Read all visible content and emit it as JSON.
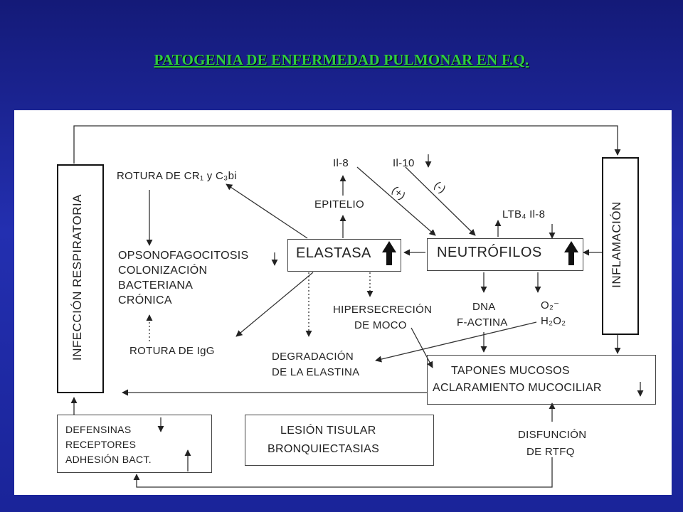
{
  "title": "PATOGENIA DE ENFERMEDAD PULMONAR EN F.Q.",
  "nodes": {
    "infeccion": "INFECCIÓN RESPIRATORIA",
    "inflamacion": "INFLAMACIÓN",
    "rotura_cr": "ROTURA DE CR₁ y C₃bi",
    "opsono": [
      "OPSONOFAGOCITOSIS",
      "COLONIZACIÓN",
      "BACTERIANA",
      "CRÓNICA"
    ],
    "rotura_igg": "ROTURA DE IgG",
    "il8_top": "Il-8",
    "il10": "Il-10",
    "plus": "(+)",
    "minus": "(-)",
    "epitelio": "EPITELIO",
    "elastasa": "ELASTASA",
    "neutrofilos": "NEUTRÓFILOS",
    "ltb4": "LTB₄ Il-8",
    "hiper": [
      "HIPERSECRECIÓN",
      "DE MOCO"
    ],
    "dna": [
      "DNA",
      "F-ACTINA"
    ],
    "o2": [
      "O₂⁻",
      "H₂O₂"
    ],
    "degradacion": [
      "DEGRADACIÓN",
      "DE LA ELASTINA"
    ],
    "tapones": [
      "TAPONES MUCOSOS",
      "ACLARAMIENTO MUCOCILIAR"
    ],
    "defensinas": [
      "DEFENSINAS",
      "RECEPTORES",
      "ADHESIÓN BACT."
    ],
    "lesion": [
      "LESIÓN TISULAR",
      "BRONQUIECTASIAS"
    ],
    "disfuncion": [
      "DISFUNCIÓN",
      "DE RTFQ"
    ]
  }
}
